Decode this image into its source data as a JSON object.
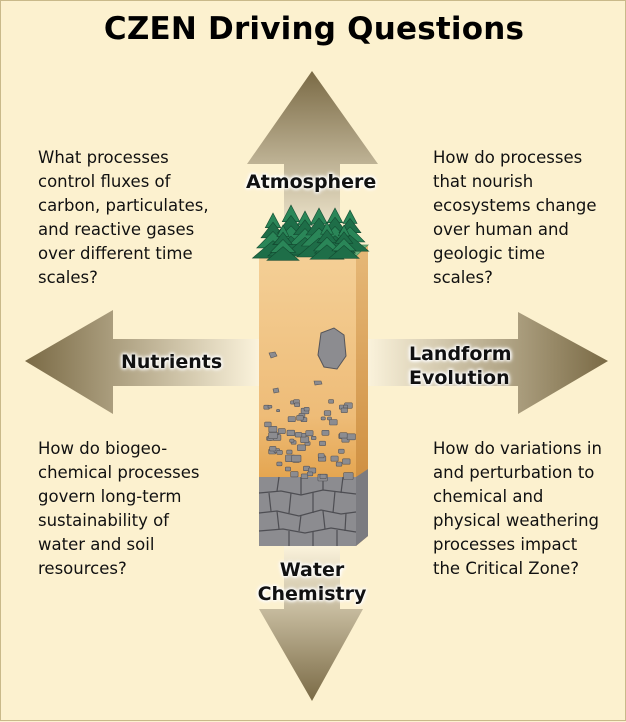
{
  "title": "CZEN Driving Questions",
  "labels": {
    "atmosphere": "Atmosphere",
    "nutrients": "Nutrients",
    "landform_line1": "Landform",
    "landform_line2": "Evolution",
    "water_line1": "Water",
    "water_line2": "Chemistry"
  },
  "questions": {
    "top_left": [
      "What processes",
      "control fluxes of",
      "carbon, particulates,",
      "and reactive gases",
      "over different time",
      "scales?"
    ],
    "top_right": [
      "How do processes",
      "that nourish",
      "ecosystems change",
      "over human and",
      "geologic time",
      "scales?"
    ],
    "bottom_left": [
      "How do biogeo-",
      "chemical processes",
      "govern long-term",
      "sustainability of",
      "water and soil",
      "resources?"
    ],
    "bottom_right": [
      "How do variations in",
      "and perturbation to",
      "chemical and",
      "physical weathering",
      "processes impact",
      "the Critical Zone?"
    ]
  },
  "colors": {
    "background": "#fcf1cf",
    "arrow_dark": "#7a6a45",
    "arrow_light": "#fbf3dc",
    "soil_top": "#f2c98c",
    "soil_mid": "#e3a24a",
    "rock": "#8c8c90",
    "grass": "#6fb37d",
    "tree": "#1e6e48"
  }
}
